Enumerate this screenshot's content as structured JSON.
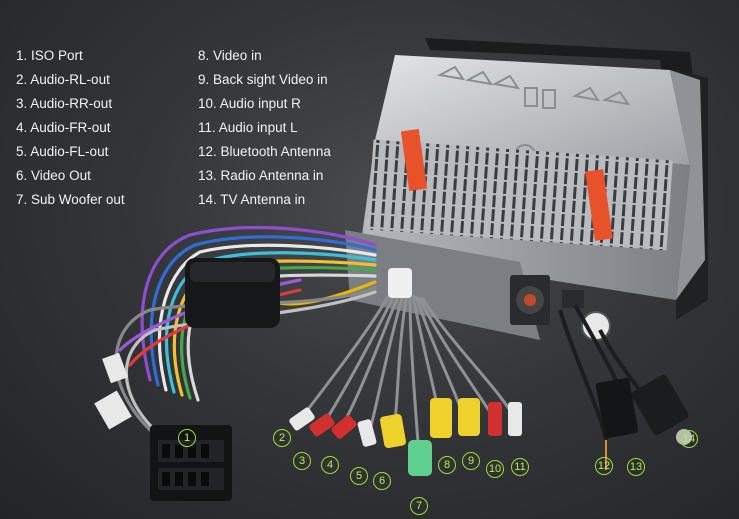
{
  "legend": {
    "left": [
      {
        "num": "1.",
        "text": "ISO Port"
      },
      {
        "num": "2.",
        "text": "Audio-RL-out"
      },
      {
        "num": "3.",
        "text": "Audio-RR-out"
      },
      {
        "num": "4.",
        "text": "Audio-FR-out"
      },
      {
        "num": "5.",
        "text": "Audio-FL-out"
      },
      {
        "num": "6.",
        "text": "Video Out"
      },
      {
        "num": "7.",
        "text": "Sub Woofer out"
      }
    ],
    "right": [
      {
        "num": "8.",
        "text": "Video in"
      },
      {
        "num": "9.",
        "text": "Back sight Video in"
      },
      {
        "num": "10.",
        "text": "Audio input R"
      },
      {
        "num": "11.",
        "text": "Audio input L"
      },
      {
        "num": "12.",
        "text": "Bluetooth Antenna"
      },
      {
        "num": "13.",
        "text": "Radio Antenna in"
      },
      {
        "num": "14.",
        "text": "TV Antenna in"
      }
    ]
  },
  "markers": [
    "1",
    "2",
    "3",
    "4",
    "5",
    "6",
    "7",
    "8",
    "9",
    "10",
    "11",
    "12",
    "13",
    "14"
  ],
  "colors": {
    "marker": "#9adf2e",
    "warning_label": "#e8522a",
    "chassis": "#c9ccd0"
  }
}
